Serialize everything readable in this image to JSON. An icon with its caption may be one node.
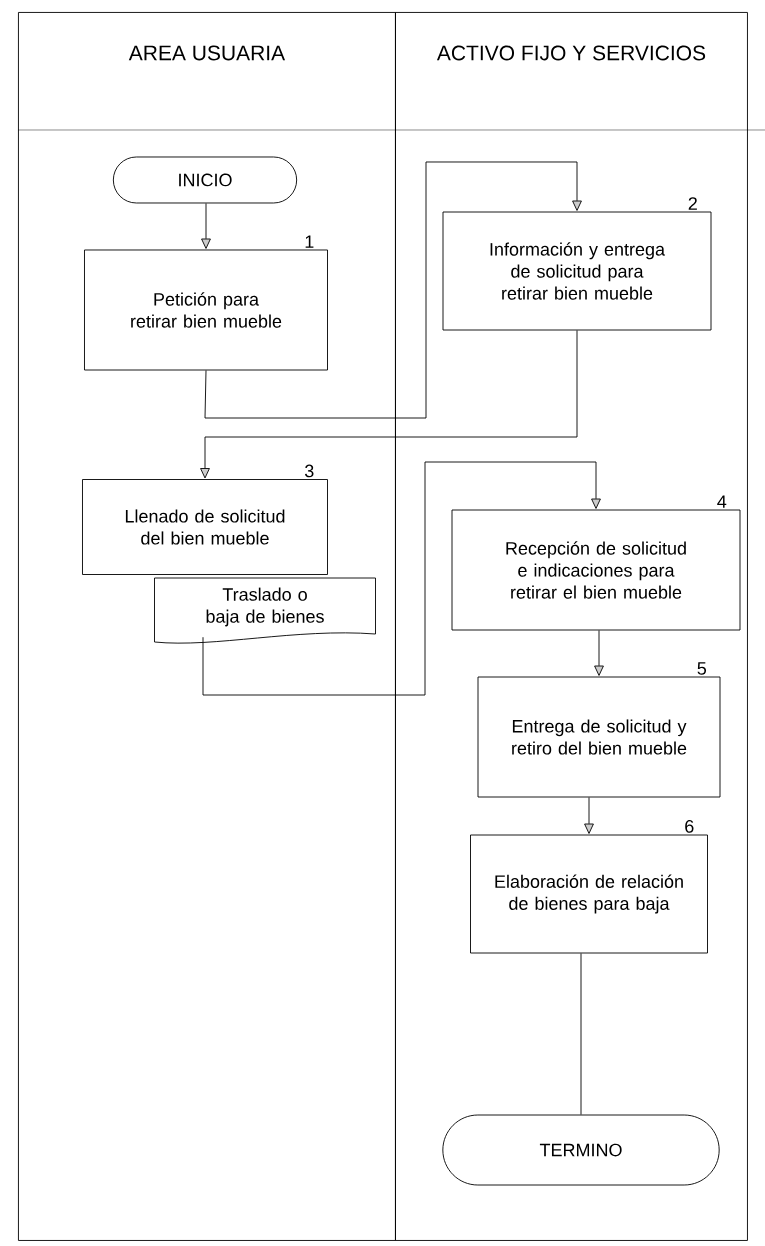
{
  "diagram": {
    "nodes": [
      {
        "text": [
          "AREA USUARIA"
        ]
      },
      {
        "text": [
          "ACTIVO FIJO Y SERVICIOS"
        ]
      },
      {
        "text": [
          "INICIO"
        ],
        "in": 0
      },
      {
        "text": [
          "Petición para retirar bien mueble"
        ],
        "beside": [
          "1"
        ],
        "in": 0
      },
      {
        "text": [
          "Información y entrega de solicitud para retirar bien mueble"
        ],
        "beside": [
          "2"
        ],
        "in": 1
      },
      {
        "text": [
          "Llenado de solicitud del bien mueble"
        ],
        "beside": [
          "3"
        ],
        "in": 0
      },
      {
        "text": [
          "Traslado o baja de bienes"
        ],
        "in": 0
      },
      {
        "text": [
          "Recepción de solicitud e indicaciones para retirar el bien mueble"
        ],
        "beside": [
          "4"
        ],
        "in": 1
      },
      {
        "text": [
          "Entrega de solicitud y retiro del bien mueble"
        ],
        "beside": [
          "5"
        ],
        "in": 1
      },
      {
        "text": [
          "Elaboración de relación de bienes para baja"
        ],
        "beside": [
          "6"
        ],
        "in": 1
      },
      {
        "text": [
          "TERMINO"
        ],
        "in": 1
      }
    ],
    "edges": [
      {
        "from": 2,
        "to": 3,
        "arrow": "to"
      },
      {
        "from": 3,
        "to": 4,
        "arrow": "to"
      },
      {
        "from": 4,
        "to": 5,
        "arrow": "to"
      },
      {
        "from": 6,
        "to": 7,
        "arrow": "to"
      },
      {
        "from": 7,
        "to": 8,
        "arrow": "to"
      },
      {
        "from": 8,
        "to": 9,
        "arrow": "to"
      },
      {
        "from": 9,
        "to": 10,
        "arrow": "none"
      }
    ]
  }
}
